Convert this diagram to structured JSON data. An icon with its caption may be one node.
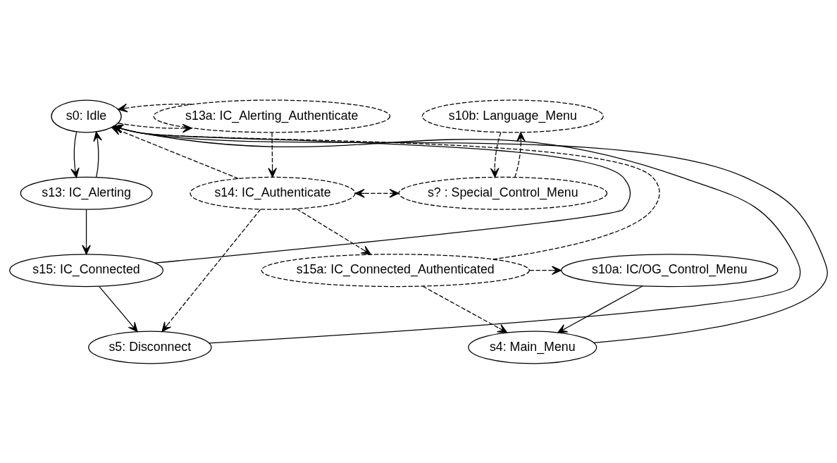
{
  "diagram": {
    "nodes": [
      {
        "text": [
          "s0: Idle"
        ]
      },
      {
        "text": [
          "s13a: IC_Alerting_Authenticate"
        ]
      },
      {
        "text": [
          "s10b: Language_Menu"
        ]
      },
      {
        "text": [
          "s13: IC_Alerting"
        ]
      },
      {
        "text": [
          "s14: IC_Authenticate"
        ]
      },
      {
        "text": [
          "s? : Special_Control_Menu"
        ]
      },
      {
        "text": [
          "s15: IC_Connected"
        ]
      },
      {
        "text": [
          "s15a: IC_Connected_Authenticated"
        ]
      },
      {
        "text": [
          "s10a: IC/OG_Control_Menu"
        ]
      },
      {
        "text": [
          "s5: Disconnect"
        ]
      },
      {
        "text": [
          "s4: Main_Menu"
        ]
      }
    ],
    "edges": [
      {
        "from": 0,
        "to": 3,
        "arrow": "to"
      },
      {
        "from": 3,
        "to": 6,
        "arrow": "to"
      },
      {
        "from": 6,
        "to": 9,
        "arrow": "to"
      },
      {
        "from": 9,
        "to": 0,
        "arrow": "to"
      },
      {
        "from": 3,
        "to": 0,
        "arrow": "to"
      },
      {
        "from": 6,
        "to": 0,
        "arrow": "to"
      },
      {
        "from": 0,
        "to": 1,
        "arrow": "to",
        "style": "dashed"
      },
      {
        "from": 1,
        "to": 0,
        "arrow": "to",
        "style": "dashed"
      },
      {
        "from": 4,
        "to": 0,
        "arrow": "to",
        "style": "dashed"
      },
      {
        "from": 7,
        "to": 0,
        "arrow": "to",
        "style": "dashed"
      },
      {
        "from": 1,
        "to": 4,
        "arrow": "to",
        "style": "dashed"
      },
      {
        "from": 4,
        "to": 9,
        "arrow": "to",
        "style": "dashed"
      },
      {
        "from": 4,
        "to": 5,
        "arrow": "both",
        "style": "dashed"
      },
      {
        "from": 5,
        "to": 2,
        "arrow": "to",
        "style": "dashed"
      },
      {
        "from": 2,
        "to": 5,
        "arrow": "to",
        "style": "dashed"
      },
      {
        "from": 4,
        "to": 7,
        "arrow": "to",
        "style": "dashed"
      },
      {
        "from": 7,
        "to": 10,
        "arrow": "to",
        "style": "dashed"
      },
      {
        "from": 7,
        "to": 8,
        "arrow": "to",
        "style": "dashed"
      },
      {
        "from": 10,
        "to": 0,
        "arrow": "to"
      },
      {
        "from": 8,
        "to": 10,
        "arrow": "to"
      }
    ]
  }
}
